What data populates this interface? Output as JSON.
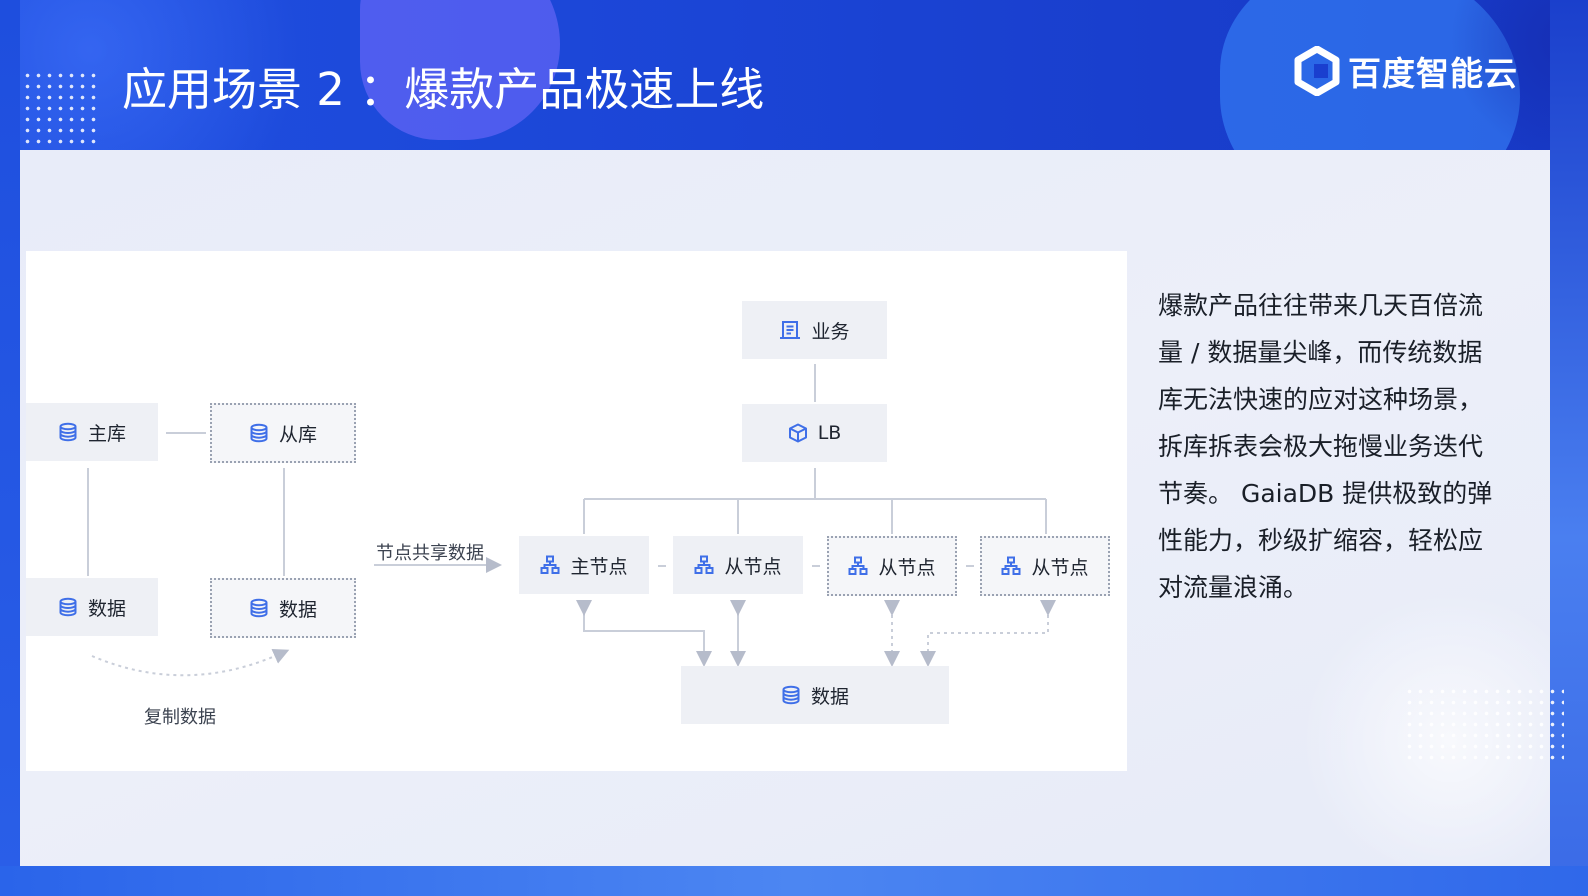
{
  "slide": {
    "title": "应用场景 2 ：爆款产品极速上线",
    "logo_text": "百度智能云",
    "logo_icon": "baidu-cloud-hexagon-icon",
    "colors": {
      "header_blue": "#1f4fe0",
      "node_icon_blue": "#3f6fe8",
      "content_bg": "#e8ecf9"
    }
  },
  "diagram": {
    "left": {
      "master_db": "主库",
      "slave_db": "从库",
      "master_data": "数据",
      "slave_data": "数据",
      "copy_label": "复制数据"
    },
    "share_label": "节点共享数据",
    "right": {
      "business": "业务",
      "lb": "LB",
      "master_node": "主节点",
      "slave_nodes": [
        "从节点",
        "从节点",
        "从节点"
      ],
      "shared_data": "数据"
    }
  },
  "description": {
    "lines": [
      "爆款产品往往带来几天百倍流",
      "量 / 数据量尖峰，而传统数据",
      "库无法快速的应对这种场景，",
      "拆库拆表会极大拖慢业务迭代",
      "节奏。 GaiaDB 提供极致的弹",
      "性能力，秒级扩缩容，轻松应",
      "对流量浪涌。"
    ]
  }
}
